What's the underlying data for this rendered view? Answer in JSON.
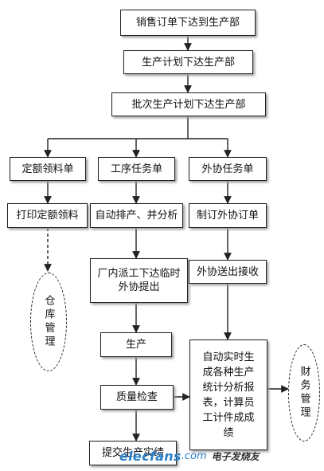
{
  "nodes": {
    "sales_order": "销售订单下达到生产部",
    "production_plan": "生产计划下达生产部",
    "batch_plan": "批次生产计划下达生产部",
    "quota_material": "定额领料单",
    "process_task": "工序任务单",
    "outsource_task": "外协任务单",
    "print_quota": "打印定额领料",
    "auto_schedule": "自动排产、并分析",
    "make_outsource_order": "制订外协订单",
    "dispatch_line1": "厂内派工下达临时",
    "dispatch_line2": "外协提出",
    "outsource_receive": "外协送出接收",
    "produce": "生产",
    "quality_check": "质量检查",
    "submit_report": "提交生产实绩",
    "auto_report_line1": "自动实时生",
    "auto_report_line2": "成各种生产",
    "auto_report_line3": "统计分析报",
    "auto_report_line4": "表，计算员",
    "auto_report_line5": "工计件成成",
    "auto_report_line6": "绩",
    "warehouse": "仓库管理",
    "finance": "财务管理"
  },
  "watermark": {
    "logo": "elecfans",
    "tld": ".com",
    "cn": "电子发烧友"
  },
  "colors": {
    "line": "#222222",
    "watermark": "#2b7fc9"
  }
}
